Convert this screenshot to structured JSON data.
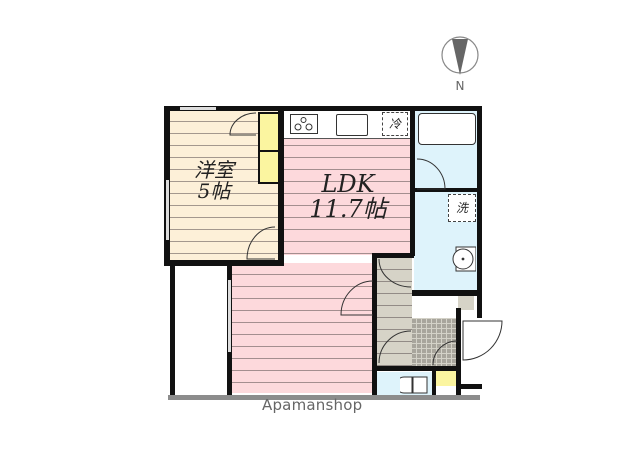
{
  "compass": {
    "label": "N",
    "icon": "north-arrow-icon"
  },
  "rooms": {
    "western_room": {
      "name": "洋室",
      "size": "5帖",
      "color": "#fdf0d8"
    },
    "ldk": {
      "name": "LDK",
      "size": "11.7帖",
      "color": "#fdd9dc"
    },
    "bath": {
      "color": "#def3fb"
    },
    "washroom": {
      "color": "#def3fb"
    },
    "storage": {
      "color": "#d6d3c7"
    },
    "entrance": {
      "color": "#a8a59c"
    },
    "toilet": {
      "color": "#def3fb"
    },
    "closet": {
      "color": "#fbf5a0"
    }
  },
  "fixtures": {
    "fridge_label": "冷",
    "washer_label": "洗"
  },
  "watermark": "Apamanshop"
}
